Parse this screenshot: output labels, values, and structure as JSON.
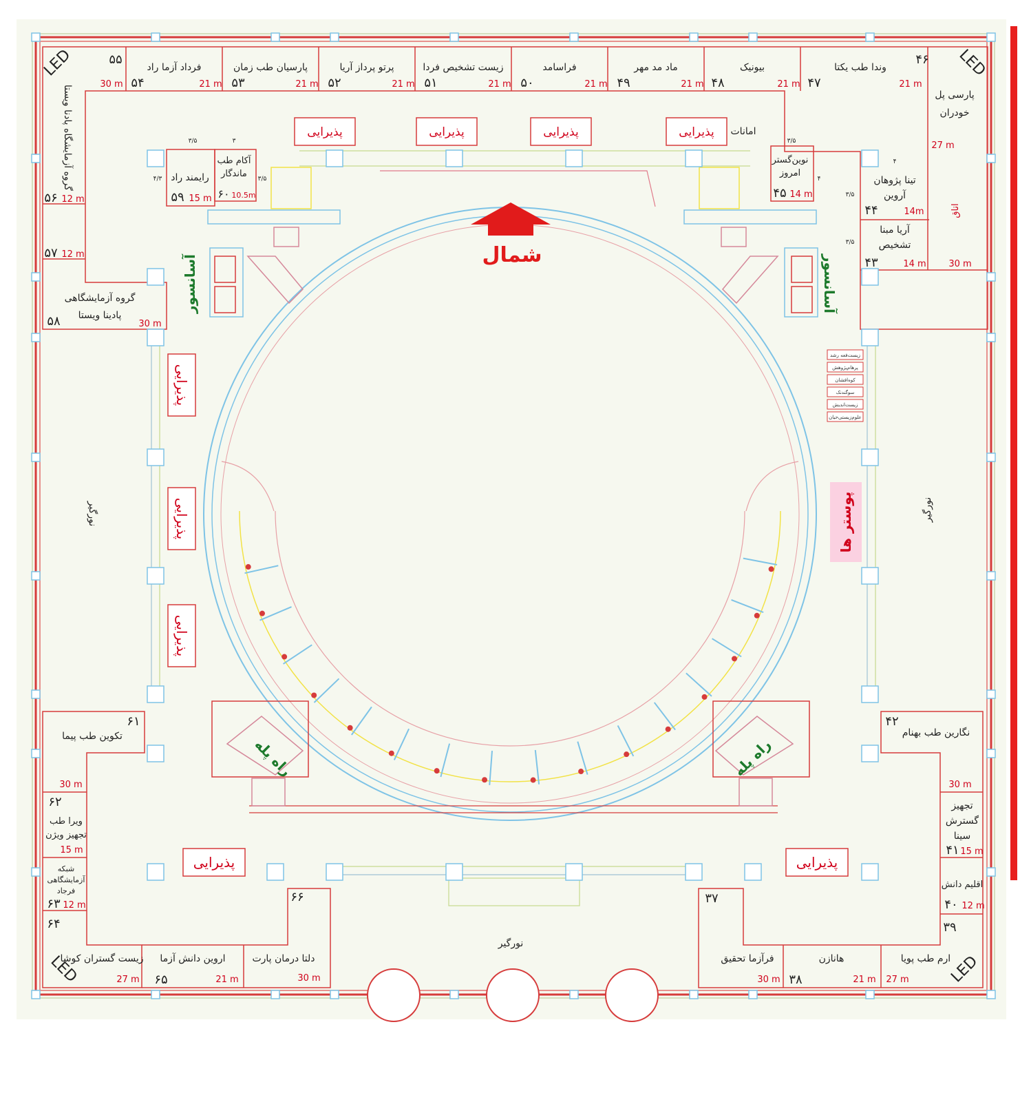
{
  "north": {
    "label": "شمال"
  },
  "elevator": {
    "label": "آسانسور"
  },
  "stairs": {
    "label": "راه پله"
  },
  "lightwell": {
    "label": "نورگیر"
  },
  "amanat": {
    "label": "امانات"
  },
  "room_aux": {
    "label": "اتاق"
  },
  "posters": {
    "label": "پوستر ها"
  },
  "reception": {
    "label": "پذیرایی"
  },
  "led": {
    "label": "LED"
  },
  "booths": {
    "b46": {
      "num": "۴۶"
    },
    "b47": {
      "num": "۴۷",
      "name": "وندا طب یکتا",
      "size": "21 m"
    },
    "b48": {
      "num": "۴۸",
      "name": "بیونیک",
      "size": "21 m"
    },
    "b49": {
      "num": "۴۹",
      "name": "ماد مد مهر",
      "size": "21 m"
    },
    "b50": {
      "num": "۵۰",
      "name": "فراسامد",
      "size": "21 m"
    },
    "b51": {
      "num": "۵۱",
      "name": "زیست تشخیص فردا",
      "size": "21 m"
    },
    "b52": {
      "num": "۵۲",
      "name": "پرتو پرداز آریا",
      "size": "21 m"
    },
    "b53": {
      "num": "۵۳",
      "name": "پارسیان طب زمان",
      "size": "21 m"
    },
    "b54": {
      "num": "۵۴",
      "name": "فرداد آزما راد",
      "size": "21 m"
    },
    "b55": {
      "num": "۵۵",
      "size": "30 m"
    },
    "b56": {
      "num": "۵۶",
      "name": "گروه آزمایشگاه پادنا ویستا",
      "size": "12 m"
    },
    "b57": {
      "num": "۵۷",
      "size": "12 m"
    },
    "b58": {
      "num": "۵۸",
      "name1": "گروه آزمایشگاهی",
      "name2": "پادینا ویستا",
      "size": "30 m"
    },
    "b59": {
      "num": "۵۹",
      "name": "رایمند راد",
      "size": "15 m"
    },
    "b60": {
      "num": "۶۰",
      "name1": "آکام طب",
      "name2": "ماندگار",
      "size": "10.5m"
    },
    "b45": {
      "num": "۴۵",
      "name1": "نوین‌گستر",
      "name2": "امروز",
      "size": "14 m"
    },
    "b_parsi": {
      "name1": "پارسی پل",
      "name2": "خودران",
      "size": "27 m"
    },
    "b44": {
      "num": "۴۴",
      "name1": "تینا پژوهان",
      "name2": "آروین",
      "size": "14m"
    },
    "b43": {
      "num": "۴۳",
      "name1": "آریا مبنا",
      "name2": "تشخیص",
      "size": "14 m"
    },
    "b_aux_size": {
      "size": "30 m"
    },
    "b61": {
      "num": "۶۱",
      "name": "تکوین طب پیما",
      "size": "30 m"
    },
    "b62": {
      "num": "۶۲",
      "name1": "ویرا طب",
      "name2": "تجهیز ویژن",
      "size": "15 m"
    },
    "b63": {
      "num": "۶۳",
      "name1": "شبکه",
      "name2": "آزمایشگاهی",
      "name3": "فرجاد",
      "size": "12 m"
    },
    "b64": {
      "num": "۶۴",
      "name": "زیست گستران کوشا",
      "size": "27 m"
    },
    "b65": {
      "num": "۶۵",
      "name": "اروین دانش آزما",
      "size": "21 m"
    },
    "b66": {
      "num": "۶۶",
      "name": "دلتا درمان پارت",
      "size": "30 m"
    },
    "b42": {
      "num": "۴۲",
      "name": "نگارین طب بهنام",
      "size": "30 m"
    },
    "b41": {
      "num": "۴۱",
      "name1": "تجهیز",
      "name2": "گسترش",
      "name3": "سینا",
      "size": "15 m"
    },
    "b40": {
      "num": "۴۰",
      "name": "اقلیم دانش",
      "size": "12 m"
    },
    "b39": {
      "num": "۳۹",
      "name": "ارم طب پویا",
      "size": "27 m"
    },
    "b38": {
      "num": "۳۸",
      "name": "هانازن",
      "size": "21 m"
    },
    "b37": {
      "num": "۳۷",
      "name": "فرآزما تحقیق",
      "size": "30 m"
    }
  },
  "dims": {
    "d1": "۳/۵",
    "d2": "۳",
    "d3": "۴/۳",
    "d4": "۳/۵",
    "d5": "۳/۵",
    "d6": "۴",
    "d7": "۳/۵",
    "d8": "۳/۵",
    "d9": "۴"
  },
  "poster_list": [
    "زیست‌فعه رشد",
    "پرهام‌پژوهش",
    "کوه‌افشان",
    "سوگندنک",
    "زیست‌اندیش",
    "علوم‌زیستی‌حیان"
  ]
}
